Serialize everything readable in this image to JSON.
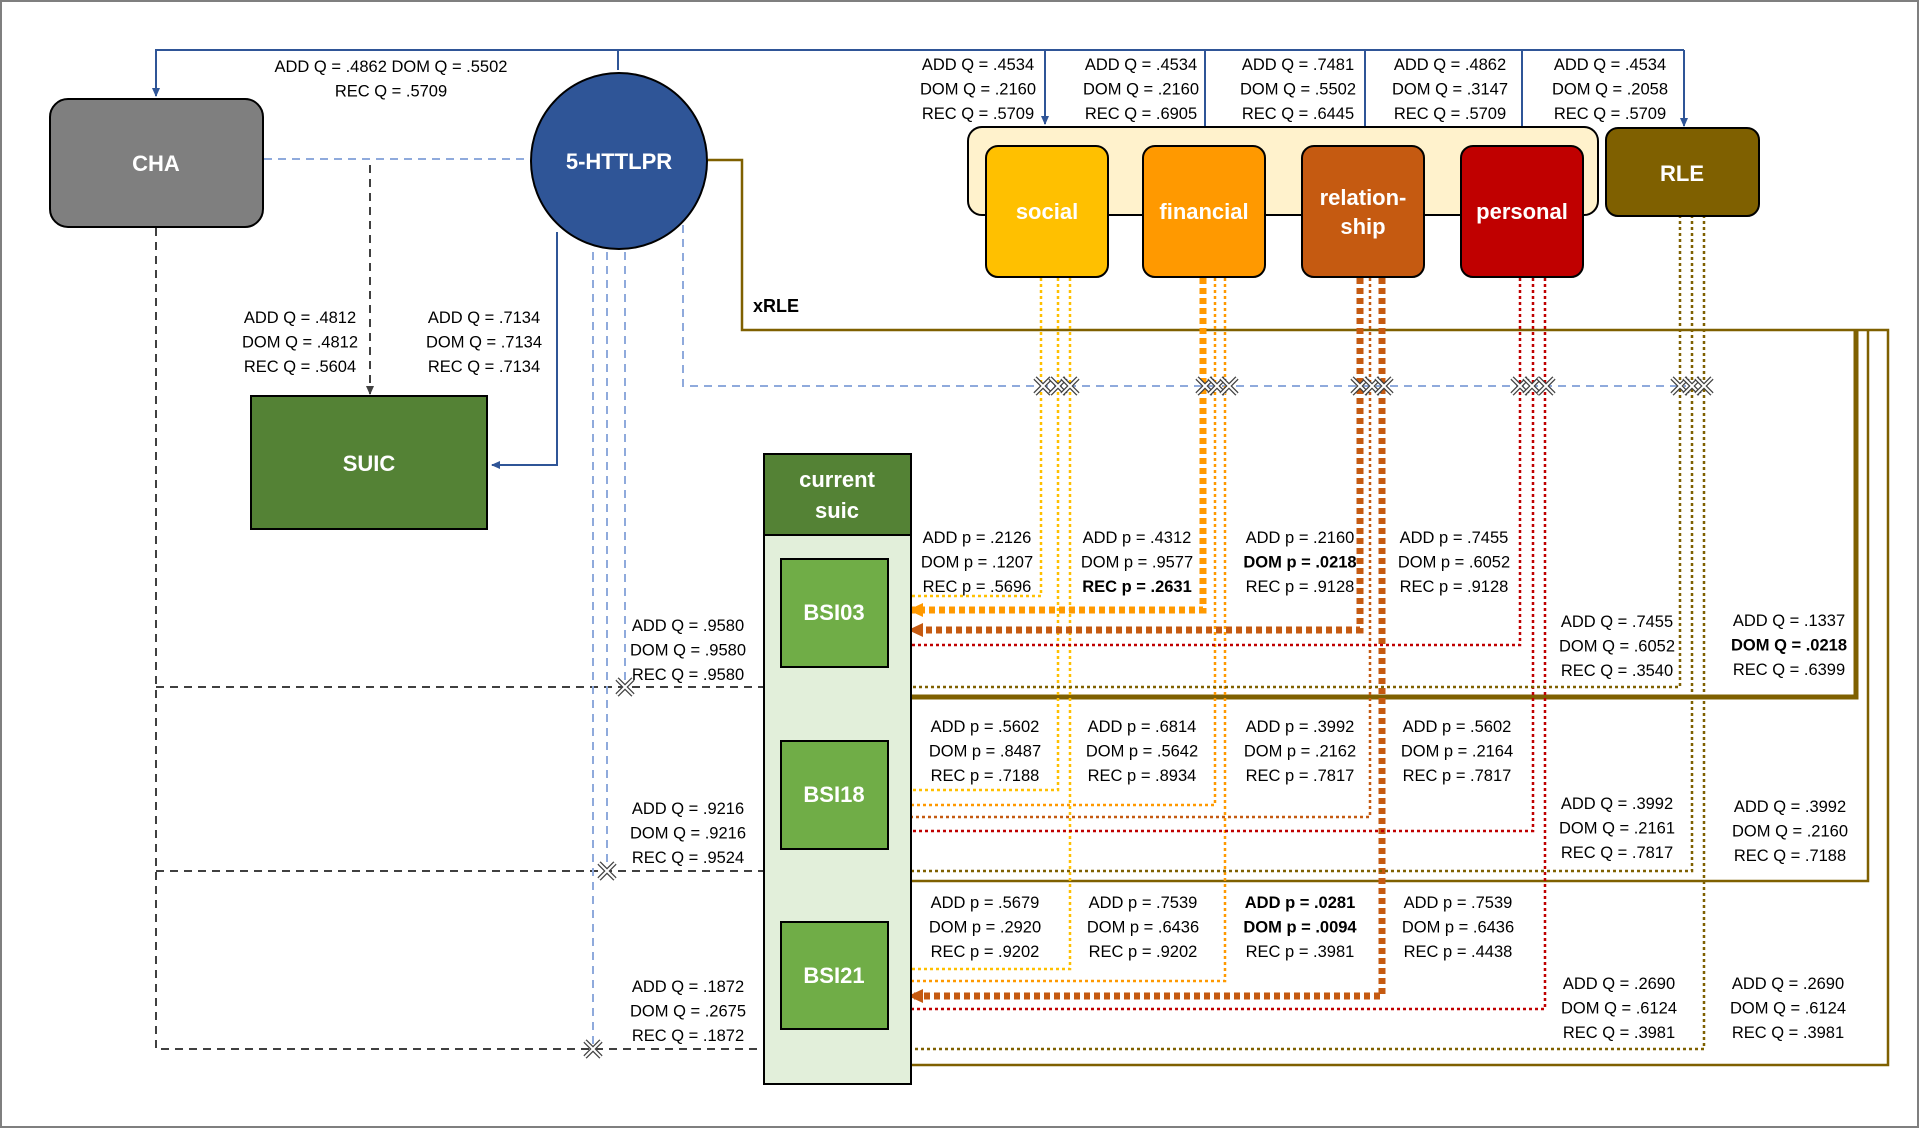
{
  "nodes": {
    "cha": "CHA",
    "httlpr": "5-HTTLPR",
    "suic": "SUIC",
    "rle": "RLE",
    "social": "social",
    "financial": "financial",
    "relationship_line1": "relation-",
    "relationship_line2": "ship",
    "personal": "personal",
    "current_suic_line1": "current",
    "current_suic_line2": "suic",
    "bsi03": "BSI03",
    "bsi18": "BSI18",
    "bsi21": "BSI21",
    "xrle": "xRLE"
  },
  "colors": {
    "cha": "#7f7f7f",
    "httlpr": "#2f5597",
    "suic": "#548235",
    "bsi": "#70ad47",
    "current_suic": "#548235",
    "current_suic_bg": "#e2efda",
    "rle": "#7f6000",
    "social": "#ffc000",
    "financial": "#ff9900",
    "relationship": "#c55a11",
    "personal": "#c00000",
    "dashed_gray": "#404040",
    "dashed_blue": "#8faadc",
    "panel_bg": "#fff2cc"
  },
  "labels": {
    "cha_top": [
      "ADD Q = .4862 DOM Q = .5502",
      "REC Q = .5709"
    ],
    "social_top": [
      "ADD Q = .4534",
      "DOM Q = .2160",
      "REC Q = .5709"
    ],
    "financial_top": [
      "ADD Q = .4534",
      "DOM Q = .2160",
      "REC Q = .6905"
    ],
    "relationship_top": [
      "ADD Q = .7481",
      "DOM Q = .5502",
      "REC Q = .6445"
    ],
    "personal_top": [
      "ADD Q = .4862",
      "DOM Q = .3147",
      "REC Q = .5709"
    ],
    "rle_top": [
      "ADD Q = .4534",
      "DOM Q = .2058",
      "REC Q = .5709"
    ],
    "cha_suic": [
      "ADD Q = .4812",
      "DOM Q = .4812",
      "REC Q = .5604"
    ],
    "httlpr_suic": [
      "ADD Q = .7134",
      "DOM Q = .7134",
      "REC Q = .7134"
    ],
    "cha_bsi03": [
      "ADD Q = .9580",
      "DOM Q = .9580",
      "REC Q = .9580"
    ],
    "cha_bsi18": [
      "ADD Q = .9216",
      "DOM Q = .9216",
      "REC Q = .9524"
    ],
    "cha_bsi21": [
      "ADD Q = .1872",
      "DOM Q = .2675",
      "REC Q = .1872"
    ],
    "social_bsi03": [
      "ADD p = .2126",
      "DOM p = .1207",
      "REC p = .5696"
    ],
    "financial_bsi03": [
      "ADD p = .4312",
      "DOM p = .9577",
      "REC p = .2631"
    ],
    "relationship_bsi03": [
      "ADD p = .2160",
      "DOM p = .0218",
      "REC p = .9128"
    ],
    "personal_bsi03": [
      "ADD p = .7455",
      "DOM p = .6052",
      "REC p = .9128"
    ],
    "rle_bsi03": [
      "ADD Q = .7455",
      "DOM Q = .6052",
      "REC Q = .3540"
    ],
    "xrle_bsi03": [
      "ADD Q = .1337",
      "DOM Q = .0218",
      "REC Q = .6399"
    ],
    "social_bsi18": [
      "ADD p = .5602",
      "DOM p = .8487",
      "REC p = .7188"
    ],
    "financial_bsi18": [
      "ADD p = .6814",
      "DOM p = .5642",
      "REC p = .8934"
    ],
    "relationship_bsi18": [
      "ADD p = .3992",
      "DOM p = .2162",
      "REC p = .7817"
    ],
    "personal_bsi18": [
      "ADD p = .5602",
      "DOM p = .2164",
      "REC p = .7817"
    ],
    "rle_bsi18": [
      "ADD Q = .3992",
      "DOM Q = .2161",
      "REC Q = .7817"
    ],
    "xrle_bsi18": [
      "ADD Q = .3992",
      "DOM Q = .2160",
      "REC Q = .7188"
    ],
    "social_bsi21": [
      "ADD p = .5679",
      "DOM p = .2920",
      "REC p = .9202"
    ],
    "financial_bsi21": [
      "ADD p = .7539",
      "DOM p = .6436",
      "REC p = .9202"
    ],
    "relationship_bsi21": [
      "ADD p = .0281",
      "DOM p = .0094",
      "REC p = .3981"
    ],
    "personal_bsi21": [
      "ADD p = .7539",
      "DOM p = .6436",
      "REC p = .4438"
    ],
    "rle_bsi21": [
      "ADD Q = .2690",
      "DOM Q = .6124",
      "REC Q = .3981"
    ],
    "xrle_bsi21": [
      "ADD Q = .2690",
      "DOM Q = .6124",
      "REC Q = .3981"
    ]
  },
  "bold_lines": {
    "financial_bsi03": [
      2
    ],
    "relationship_bsi03": [
      1
    ],
    "xrle_bsi03": [
      1
    ],
    "relationship_bsi21": [
      0,
      1
    ]
  }
}
